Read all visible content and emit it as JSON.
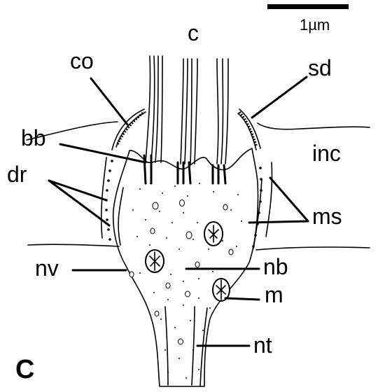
{
  "scale_bar": {
    "text": "1µm"
  },
  "panel_letter": "C",
  "labels": {
    "c": "c",
    "co": "co",
    "sd": "sd",
    "bb": "bb",
    "inc": "inc",
    "dr": "dr",
    "ms": "ms",
    "nv": "nv",
    "nb": "nb",
    "m": "m",
    "nt": "nt"
  }
}
